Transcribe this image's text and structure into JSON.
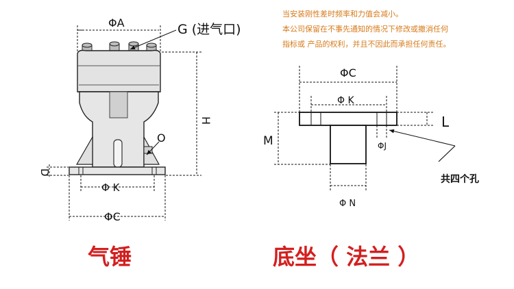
{
  "colors": {
    "notice": "#d77a1a",
    "caption": "#d31f1f",
    "line": "#111111",
    "body_fill": "#e2e2e2"
  },
  "notice_lines": [
    "当安装刚性差时频率和力值会减小。",
    "本公司保留在不事先通知的情况下修改或撤消任何",
    "指标或 产品的权利，并且不因此而承担任何责任。"
  ],
  "hammer": {
    "dim_a": "ΦA",
    "inlet": "G (进气口)",
    "dim_h": "H",
    "dim_o": "O",
    "dim_d": "D",
    "dim_k": "Φ K",
    "dim_c": "ΦC",
    "caption": "气锤"
  },
  "flange": {
    "dim_c": "ΦC",
    "dim_k": "Φ K",
    "dim_l": "L",
    "dim_m": "M",
    "dim_j": "ΦJ",
    "holes_note": "共四个孔",
    "dim_n": "Φ N",
    "caption": "底坐（ 法兰 ）"
  }
}
